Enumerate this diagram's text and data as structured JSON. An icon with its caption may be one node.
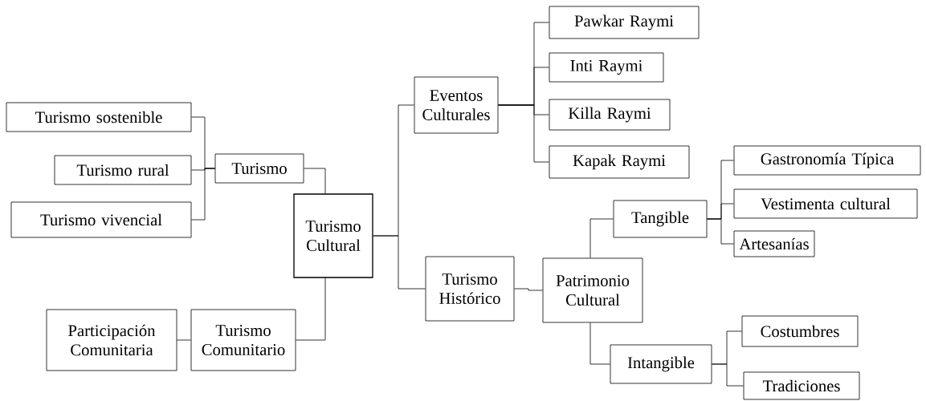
{
  "diagram": {
    "nodes": [
      {
        "text": [
          "Turismo Cultural"
        ]
      },
      {
        "text": [
          "Turismo"
        ]
      },
      {
        "text": [
          "Turismo sostenible"
        ]
      },
      {
        "text": [
          "Turismo rural"
        ]
      },
      {
        "text": [
          "Turismo vivencial"
        ]
      },
      {
        "text": [
          "Turismo Comunitario"
        ]
      },
      {
        "text": [
          "Participación Comunitaria"
        ]
      },
      {
        "text": [
          "Eventos Culturales"
        ]
      },
      {
        "text": [
          "Pawkar Raymi"
        ]
      },
      {
        "text": [
          "Inti Raymi"
        ]
      },
      {
        "text": [
          "Killa Raymi"
        ]
      },
      {
        "text": [
          "Kapak Raymi"
        ]
      },
      {
        "text": [
          "Turismo Histórico"
        ]
      },
      {
        "text": [
          "Patrimonio Cultural"
        ]
      },
      {
        "text": [
          "Tangible"
        ]
      },
      {
        "text": [
          "Gastronomía Típica"
        ]
      },
      {
        "text": [
          "Vestimenta cultural"
        ]
      },
      {
        "text": [
          "Artesanías"
        ]
      },
      {
        "text": [
          "Intangible"
        ]
      },
      {
        "text": [
          "Costumbres"
        ]
      },
      {
        "text": [
          "Tradiciones"
        ]
      }
    ],
    "edges": [
      {
        "from": 0,
        "to": 1,
        "arrow": "none"
      },
      {
        "from": 1,
        "to": 2,
        "arrow": "none"
      },
      {
        "from": 1,
        "to": 3,
        "arrow": "none"
      },
      {
        "from": 1,
        "to": 4,
        "arrow": "none"
      },
      {
        "from": 0,
        "to": 5,
        "arrow": "none"
      },
      {
        "from": 5,
        "to": 6,
        "arrow": "none"
      },
      {
        "from": 0,
        "to": 7,
        "arrow": "none"
      },
      {
        "from": 7,
        "to": 8,
        "arrow": "none"
      },
      {
        "from": 7,
        "to": 9,
        "arrow": "none"
      },
      {
        "from": 7,
        "to": 10,
        "arrow": "none"
      },
      {
        "from": 7,
        "to": 11,
        "arrow": "none"
      },
      {
        "from": 0,
        "to": 12,
        "arrow": "none"
      },
      {
        "from": 12,
        "to": 13,
        "arrow": "none"
      },
      {
        "from": 13,
        "to": 14,
        "arrow": "none"
      },
      {
        "from": 14,
        "to": 15,
        "arrow": "none"
      },
      {
        "from": 14,
        "to": 16,
        "arrow": "none"
      },
      {
        "from": 14,
        "to": 17,
        "arrow": "none"
      },
      {
        "from": 13,
        "to": 18,
        "arrow": "none"
      },
      {
        "from": 18,
        "to": 19,
        "arrow": "none"
      },
      {
        "from": 18,
        "to": 20,
        "arrow": "none"
      }
    ]
  }
}
